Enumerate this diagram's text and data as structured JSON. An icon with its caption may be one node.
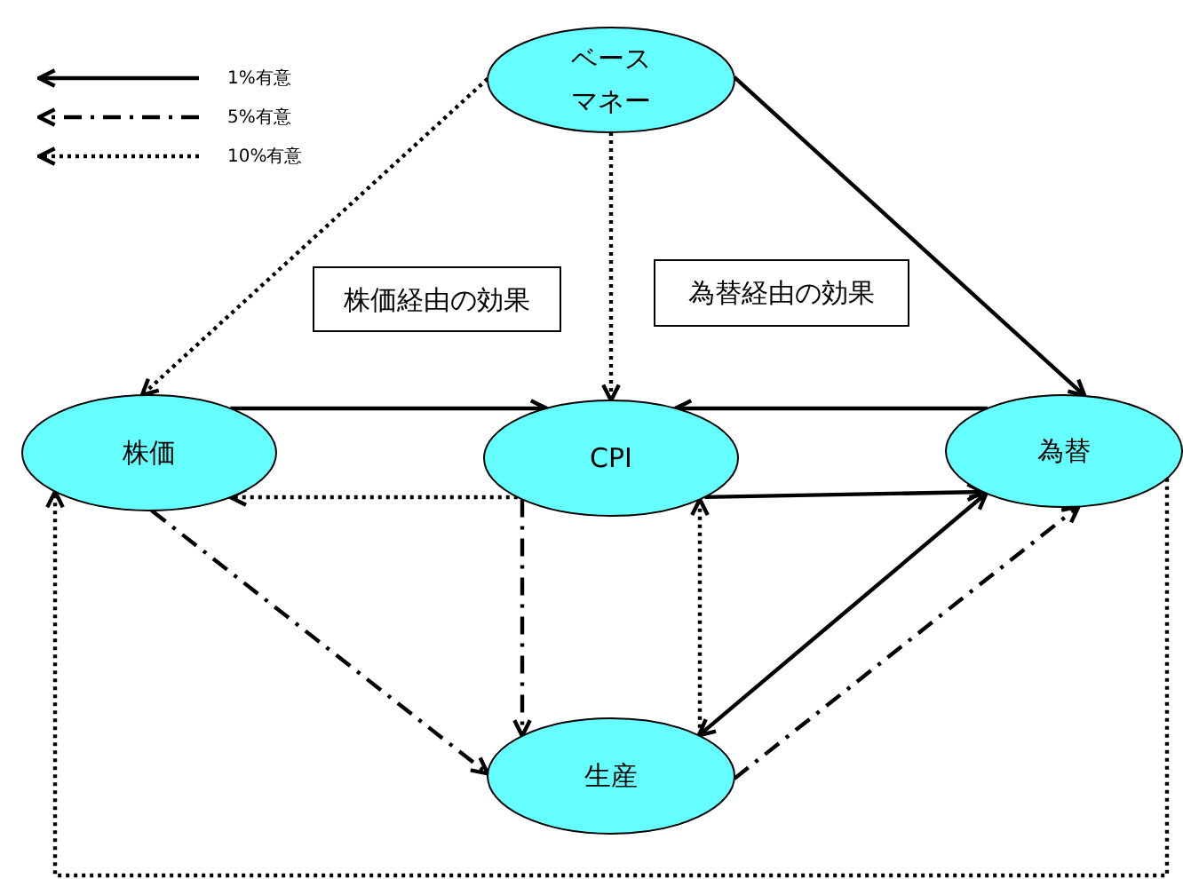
{
  "diagram": {
    "nodes": [
      {
        "text": [
          "ベースマネー"
        ]
      },
      {
        "text": [
          "株価経由の効果"
        ]
      },
      {
        "text": [
          "為替経由の効果"
        ]
      },
      {
        "text": [
          "株価"
        ]
      },
      {
        "text": [
          "CPI"
        ]
      },
      {
        "text": [
          "為替"
        ]
      },
      {
        "text": [
          "生産"
        ]
      }
    ],
    "edges": [
      {
        "from": 0,
        "to": 3,
        "arrow": "to",
        "style": "dashed"
      },
      {
        "from": 0,
        "to": 4,
        "arrow": "to",
        "style": "dashed"
      },
      {
        "from": 0,
        "to": 5,
        "arrow": "to"
      },
      {
        "from": 3,
        "to": 4,
        "arrow": "to"
      },
      {
        "from": 5,
        "to": 4,
        "arrow": "to"
      },
      {
        "from": 4,
        "to": 3,
        "arrow": "to",
        "style": "dashed"
      },
      {
        "from": 4,
        "to": 6,
        "arrow": "to",
        "style": "dashed"
      },
      {
        "from": 4,
        "to": 5,
        "arrow": "to"
      },
      {
        "from": 6,
        "to": 4,
        "arrow": "to",
        "style": "dashed"
      },
      {
        "from": 5,
        "to": 6,
        "arrow": "both"
      },
      {
        "from": 6,
        "to": 5,
        "arrow": "to",
        "style": "dashed"
      },
      {
        "from": 3,
        "to": 6,
        "arrow": "to",
        "style": "dashed"
      },
      {
        "from": 5,
        "to": 3,
        "arrow": "to",
        "style": "dashed"
      }
    ],
    "legend": [
      {
        "text": "1%有意"
      },
      {
        "text": "5%有意"
      },
      {
        "text": "10%有意"
      }
    ]
  }
}
